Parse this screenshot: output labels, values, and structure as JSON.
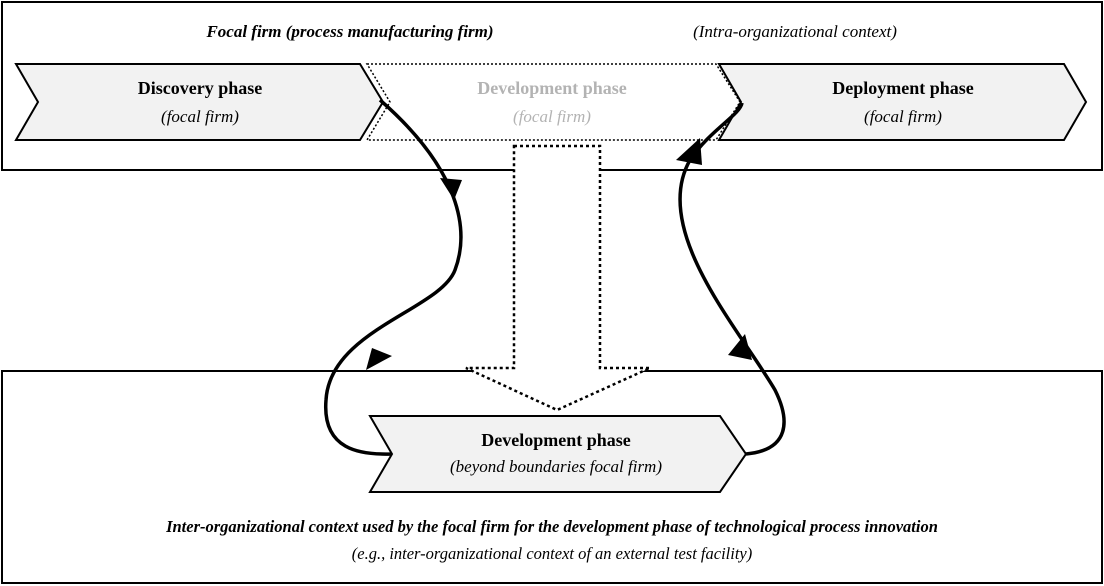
{
  "top_context": {
    "title": "Focal firm (process manufacturing firm)",
    "subtitle": "(Intra-organizational context)"
  },
  "phases": {
    "discovery": {
      "title": "Discovery phase",
      "subtitle": "(focal firm)"
    },
    "development_internal": {
      "title": "Development phase",
      "subtitle": "(focal firm)"
    },
    "deployment": {
      "title": "Deployment phase",
      "subtitle": "(focal firm)"
    },
    "development_external": {
      "title": "Development phase",
      "subtitle": "(beyond boundaries focal firm)"
    }
  },
  "bottom_context": {
    "title": "Inter-organizational context used by the focal firm for the development phase of technological process innovation",
    "subtitle": "(e.g., inter-organizational context of an external test facility)"
  },
  "colors": {
    "stroke": "#000000",
    "box_fill": "#f2f2f2",
    "faded_text": "#b3b3b3",
    "faded_stroke": "#b3b3b3"
  }
}
